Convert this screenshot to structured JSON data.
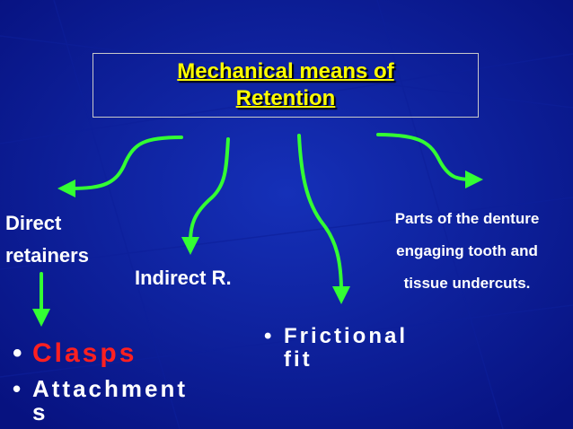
{
  "colors": {
    "background": "#0a1a8c",
    "title": "#ffff00",
    "text": "#ffffff",
    "highlight": "#ff2020",
    "arrow": "#33ff33"
  },
  "title": {
    "line1": "Mechanical means of",
    "line2": "Retention"
  },
  "branches": {
    "direct": {
      "line1": "Direct",
      "line2": "retainers"
    },
    "indirect": "Indirect R.",
    "parts": {
      "line1": "Parts of the denture",
      "line2": "engaging tooth and",
      "line3": "tissue undercuts."
    }
  },
  "direct_items": [
    "Clasps",
    "Attachment",
    "s"
  ],
  "frictional_items": [
    "Frictional",
    "fit"
  ]
}
